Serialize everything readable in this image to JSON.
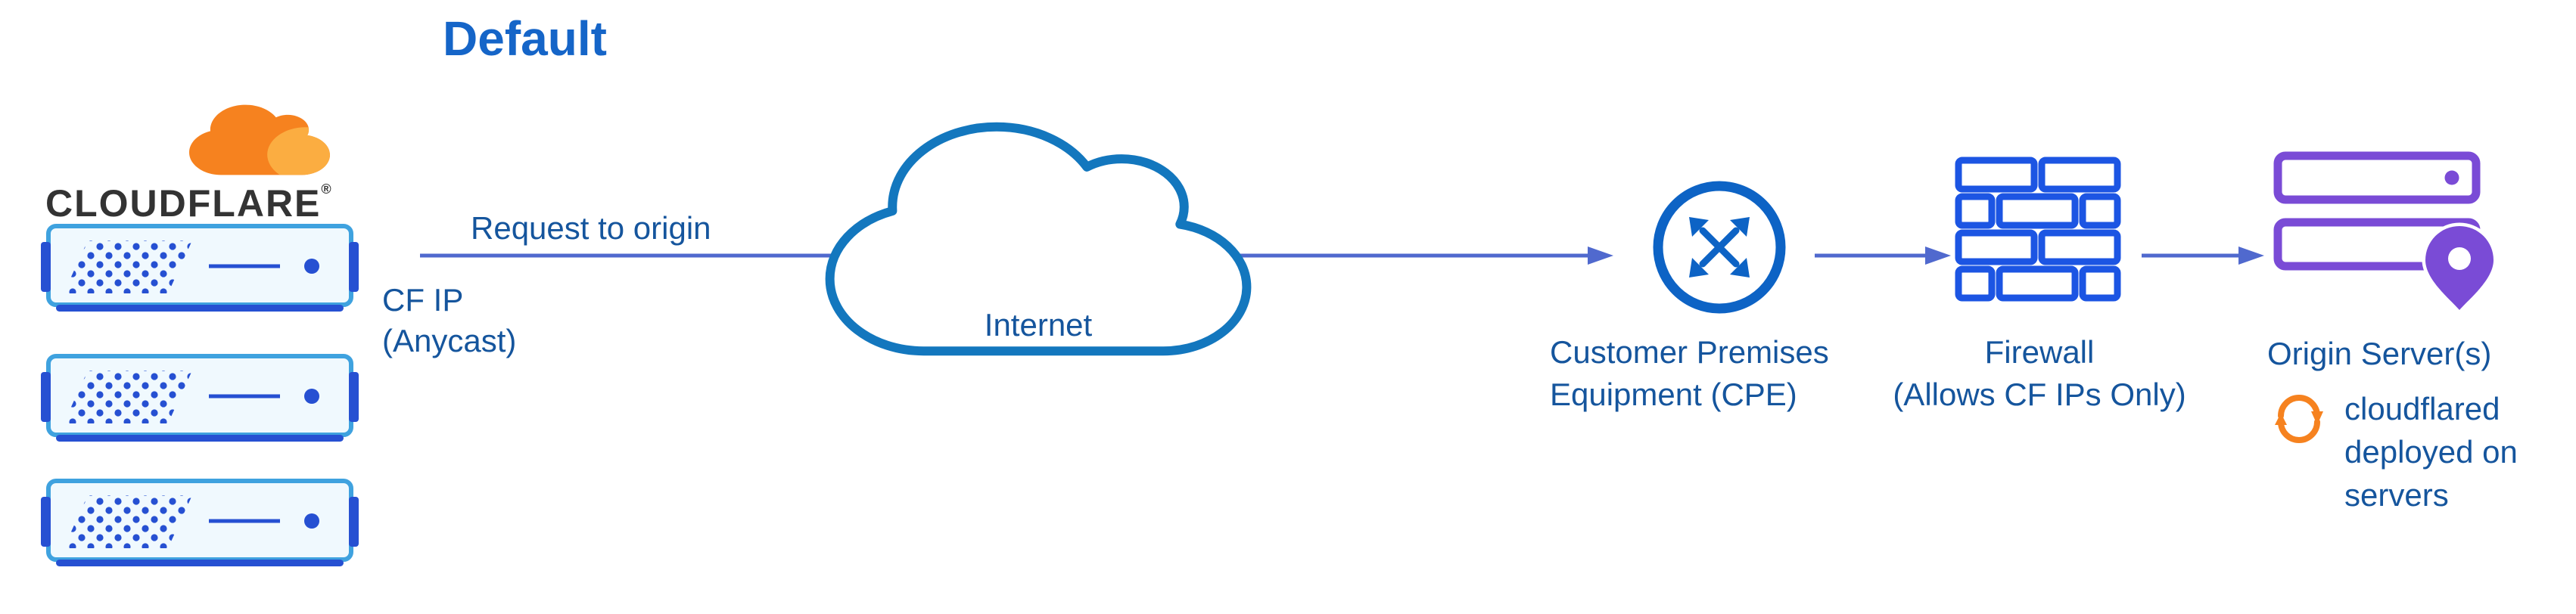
{
  "title": "Default",
  "cloudflare": {
    "wordmark": "CLOUDFLARE",
    "trademark": "®"
  },
  "request_edge": {
    "label": "Request to origin",
    "sublabel_lines": [
      "CF IP",
      "(Anycast)"
    ]
  },
  "internet": {
    "label": "Internet"
  },
  "cpe": {
    "label_lines": [
      "Customer Premises",
      "Equipment (CPE)"
    ]
  },
  "firewall": {
    "label_lines": [
      "Firewall",
      "(Allows CF IPs Only)"
    ]
  },
  "origin": {
    "label": "Origin Server(s)",
    "note_lines": [
      "cloudflared",
      "deployed on",
      "servers"
    ]
  },
  "colors": {
    "title_blue": "#1565C8",
    "label_blue": "#15559D",
    "arrow_blue": "#5069CE",
    "internet_cloud_blue": "#1377BE",
    "cpe_blue": "#0D63C5",
    "firewall_blue": "#1C55E3",
    "origin_purple": "#7A4BD6",
    "cloudflare_orange": "#F6821F",
    "cloudflare_orange_light": "#FBAD41",
    "server_border_blue": "#3FA2DF",
    "server_detail_blue": "#2650D2",
    "wordmark_color": "#333333"
  }
}
